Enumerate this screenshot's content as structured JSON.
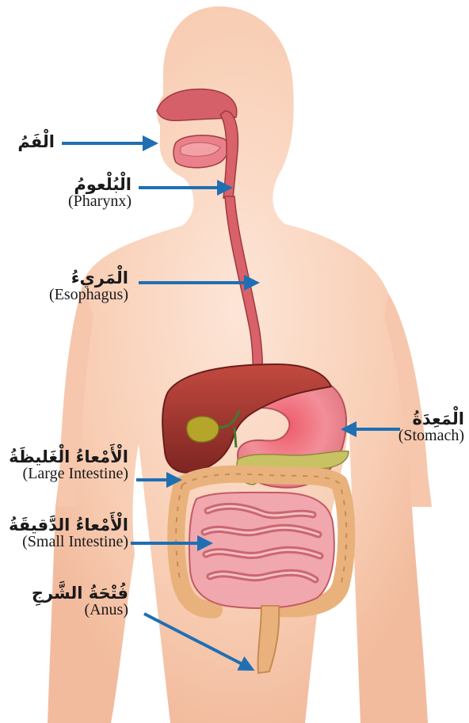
{
  "labels": {
    "mouth": {
      "ar": "الْفَمُ",
      "en": ""
    },
    "pharynx": {
      "ar": "الْبُلْعومُ",
      "en": "(Pharynx)"
    },
    "esophagus": {
      "ar": "الْمَريءُ",
      "en": "(Esophagus)"
    },
    "stomach": {
      "ar": "الْمَعِدَةُ",
      "en": "(Stomach)"
    },
    "large_intestine": {
      "ar": "الْأَمْعاءُ الْغَليظَةُ",
      "en": "(Large Intestine)"
    },
    "small_intestine": {
      "ar": "الْأَمْعاءُ الدَّقيقَةُ",
      "en": "(Small Intestine)"
    },
    "anus": {
      "ar": "فُتْحَةُ الشَّرجِ",
      "en": "(Anus)"
    }
  },
  "colors": {
    "skin": "#f8cdb3",
    "skin_light": "#fbe1d2",
    "arrow": "#1f6fb3",
    "esophagus": "#d9616a",
    "liver": "#a8352f",
    "stomach": "#ee8a93",
    "large_intestine": "#e9b27c",
    "small_intestine": "#e8919b",
    "gallbladder": "#b5a52a",
    "pancreas": "#c9c265"
  }
}
